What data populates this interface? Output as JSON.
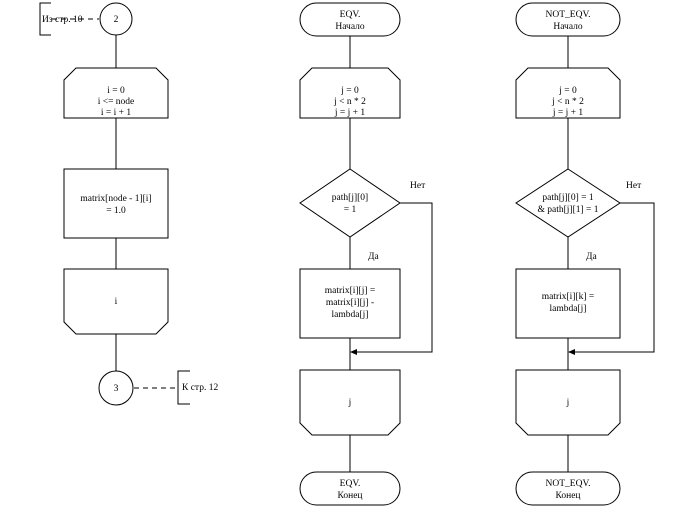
{
  "left_flow": {
    "from_page_label": "Из стр. 10",
    "connector_top": "2",
    "loop_start": [
      "i = 0",
      "i <= node",
      "i = i + 1"
    ],
    "process": [
      "matrix[node - 1][i]",
      "= 1.0"
    ],
    "loop_end": "i",
    "connector_bottom": "3",
    "to_page_label": "К стр. 12"
  },
  "eqv_flow": {
    "start": [
      "EQV.",
      "Начало"
    ],
    "loop_start": [
      "j = 0",
      "j < n * 2",
      "j = j + 1"
    ],
    "decision": [
      "path[j][0]",
      "= 1"
    ],
    "no_label": "Нет",
    "yes_label": "Да",
    "process": [
      "matrix[i][j] =",
      "matrix[i][j] -",
      "lambda[j]"
    ],
    "loop_end": "j",
    "end": [
      "EQV.",
      "Конец"
    ]
  },
  "not_eqv_flow": {
    "start": [
      "NOT_EQV.",
      "Начало"
    ],
    "loop_start": [
      "j = 0",
      "j < n * 2",
      "j = j + 1"
    ],
    "decision": [
      "path[j][0] = 1",
      "& path[j][1] = 1"
    ],
    "no_label": "Нет",
    "yes_label": "Да",
    "process": [
      "matrix[i][k] =",
      "lambda[j]"
    ],
    "loop_end": "j",
    "end": [
      "NOT_EQV.",
      "Конец"
    ]
  }
}
